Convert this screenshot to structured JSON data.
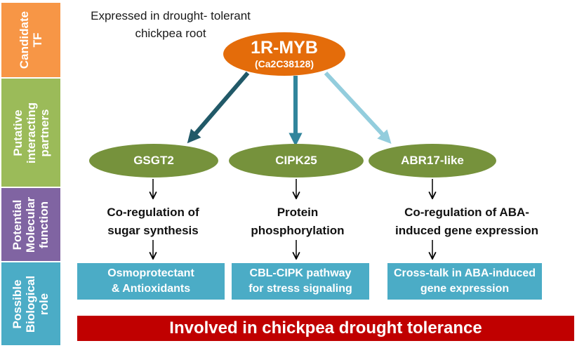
{
  "side_labels": [
    "Candidate\nTF",
    "Putative\ninteracting\npartners",
    "Potential\nMolecular\nfunction",
    "Possible\nBiological\nrole"
  ],
  "expression_note": "Expressed in drought- tolerant chickpea root",
  "main_tf": {
    "name": "1R-MYB",
    "id": "(Ca2C38128)"
  },
  "partners": [
    "GSGT2",
    "CIPK25",
    "ABR17-like"
  ],
  "functions": [
    "Co-regulation of\nsugar synthesis",
    "Protein\nphosphorylation",
    "Co-regulation of ABA-\ninduced gene expression"
  ],
  "roles": [
    "Osmoprotectant\n& Antioxidants",
    "CBL-CIPK pathway\nfor stress signaling",
    "Cross-talk in ABA-induced\ngene expression"
  ],
  "conclusion": "Involved in chickpea drought tolerance",
  "colors": {
    "candidate": "#f79646",
    "partners": "#9bbb59",
    "function": "#8064a2",
    "role": "#4bacc6",
    "main_tf": "#e46c0a",
    "partner_ellipse": "#76923c",
    "conclusion": "#c00000",
    "arrow_dark": "#215968",
    "arrow_mid": "#31859c",
    "arrow_light": "#93cddd"
  }
}
